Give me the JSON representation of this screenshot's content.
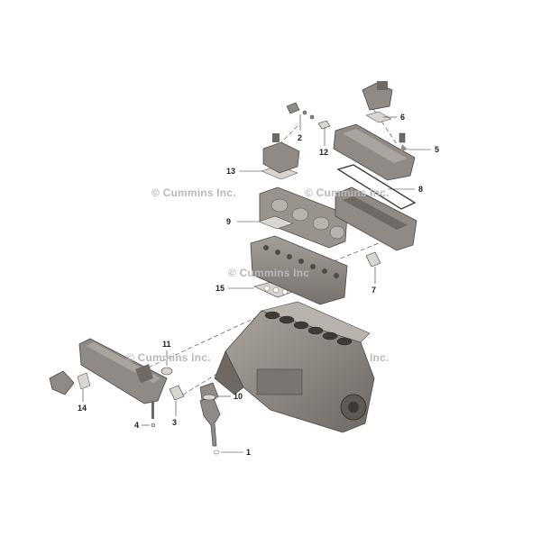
{
  "watermark": "© Cummins Inc.",
  "watermark_partial_1": "© Cummins Inc",
  "watermark_partial_2": "Inc.",
  "colors": {
    "part_fill": "#8f8a85",
    "part_dark": "#5e5a56",
    "part_light": "#b5b0aa",
    "leader_line": "#333333",
    "watermark": "#b9b9b9"
  },
  "callouts": [
    {
      "id": "1",
      "label": "1"
    },
    {
      "id": "2",
      "label": "2"
    },
    {
      "id": "3",
      "label": "3"
    },
    {
      "id": "4",
      "label": "4"
    },
    {
      "id": "5",
      "label": "5"
    },
    {
      "id": "6",
      "label": "6"
    },
    {
      "id": "7",
      "label": "7"
    },
    {
      "id": "8",
      "label": "8"
    },
    {
      "id": "9",
      "label": "9"
    },
    {
      "id": "10",
      "label": "10"
    },
    {
      "id": "11",
      "label": "11"
    },
    {
      "id": "12",
      "label": "12"
    },
    {
      "id": "13",
      "label": "13"
    },
    {
      "id": "14",
      "label": "14"
    },
    {
      "id": "15",
      "label": "15"
    }
  ]
}
